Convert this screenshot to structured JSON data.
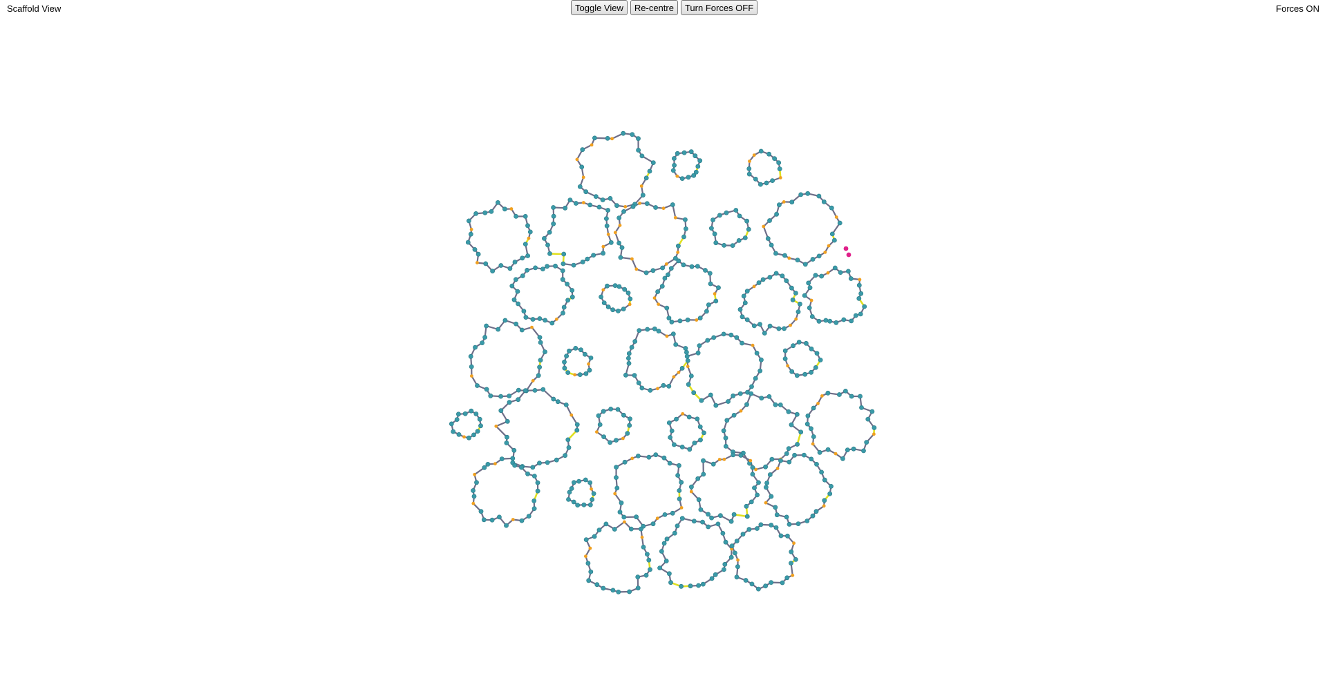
{
  "header": {
    "view_label": "Scaffold View",
    "forces_status": "Forces ON"
  },
  "toolbar": {
    "toggle_view_label": "Toggle View",
    "recentre_label": "Re-centre",
    "forces_toggle_label": "Turn Forces OFF"
  },
  "graph": {
    "colors": {
      "node": "#3a9aa8",
      "node_stroke": "#2a7a86",
      "edge": "#6e6e88",
      "highlight_node": "#f0a020",
      "highlight_edge": "#e0e020",
      "selected": "#e0208a"
    }
  }
}
